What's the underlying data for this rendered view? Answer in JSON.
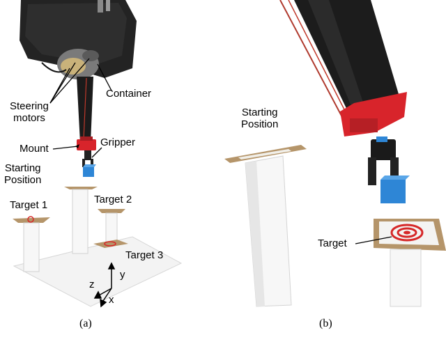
{
  "figure": {
    "panel_a": {
      "caption": "(a)",
      "labels": {
        "steering_line1": "Steering",
        "steering_line2": "motors",
        "container": "Container",
        "mount": "Mount",
        "gripper": "Gripper",
        "start_line1": "Starting",
        "start_line2": "Position",
        "target1": "Target 1",
        "target2": "Target 2",
        "target3": "Target 3",
        "axis_y": "y",
        "axis_z": "z",
        "axis_x": "x"
      }
    },
    "panel_b": {
      "caption": "(b)",
      "labels": {
        "start_line1": "Starting",
        "start_line2": "Position",
        "target": "Target"
      }
    }
  },
  "colors": {
    "robot_body": "#1c1c1c",
    "mount_red": "#d8242b",
    "cube_blue": "#2e86d6",
    "cardboard": "#b5956a",
    "target_red": "#d62828"
  }
}
